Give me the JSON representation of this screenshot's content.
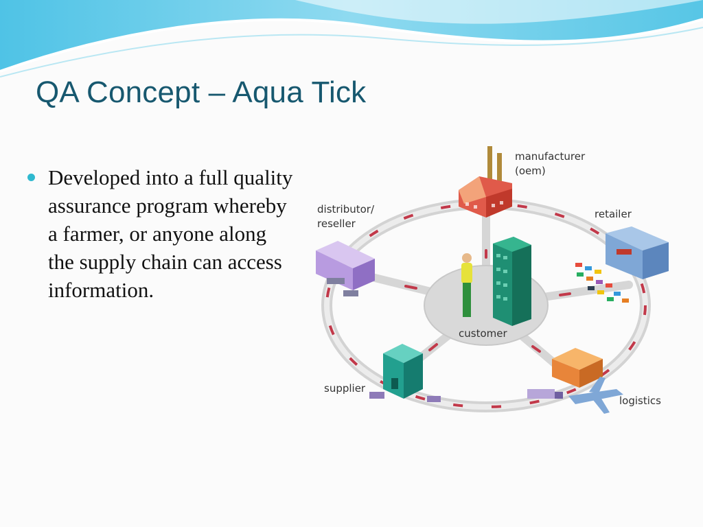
{
  "slide": {
    "title": "QA Concept – Aqua Tick",
    "bullets": [
      "Developed into a full quality assurance program whereby a farmer, or anyone along the supply chain can access information."
    ]
  },
  "diagram": {
    "nodes": {
      "manufacturer": [
        "manufacturer",
        "(oem)"
      ],
      "retailer": "retailer",
      "distributor": [
        "distributor/",
        "reseller"
      ],
      "customer": "customer",
      "supplier": "supplier",
      "logistics": "logistics"
    }
  },
  "colors": {
    "title": "#17586f",
    "bullet": "#2fb9cf",
    "ring": "#dcdcdc",
    "dash": "#c2394a"
  }
}
